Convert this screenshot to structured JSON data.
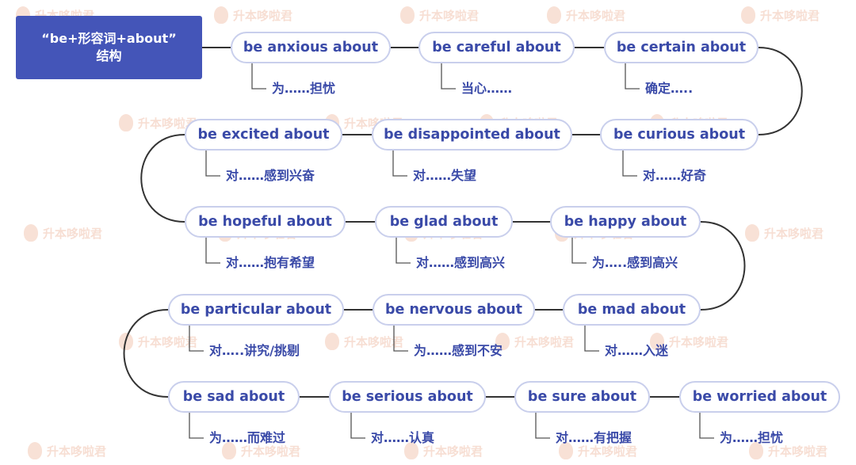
{
  "watermark": "升本哆啦君",
  "root": {
    "line1": "“be+形容词+about”",
    "line2": "结构"
  },
  "items": [
    {
      "phrase": "be anxious about",
      "meaning": "为……担忧"
    },
    {
      "phrase": "be careful about",
      "meaning": "当心……"
    },
    {
      "phrase": "be certain about",
      "meaning": "确定….."
    },
    {
      "phrase": "be curious about",
      "meaning": "对……好奇"
    },
    {
      "phrase": "be disappointed about",
      "meaning": "对……失望"
    },
    {
      "phrase": "be excited about",
      "meaning": "对……感到兴奋"
    },
    {
      "phrase": "be hopeful about",
      "meaning": "对……抱有希望"
    },
    {
      "phrase": "be glad about",
      "meaning": "对……感到高兴"
    },
    {
      "phrase": "be happy about",
      "meaning": "为…..感到高兴"
    },
    {
      "phrase": "be mad about",
      "meaning": "对……入迷"
    },
    {
      "phrase": "be nervous about",
      "meaning": "为……感到不安"
    },
    {
      "phrase": "be particular about",
      "meaning": "对…..讲究/挑剔"
    },
    {
      "phrase": "be sad about",
      "meaning": "为……而难过"
    },
    {
      "phrase": "be serious about",
      "meaning": "对……认真"
    },
    {
      "phrase": "be sure about",
      "meaning": "对……有把握"
    },
    {
      "phrase": "be worried about",
      "meaning": "为……担忧"
    }
  ]
}
